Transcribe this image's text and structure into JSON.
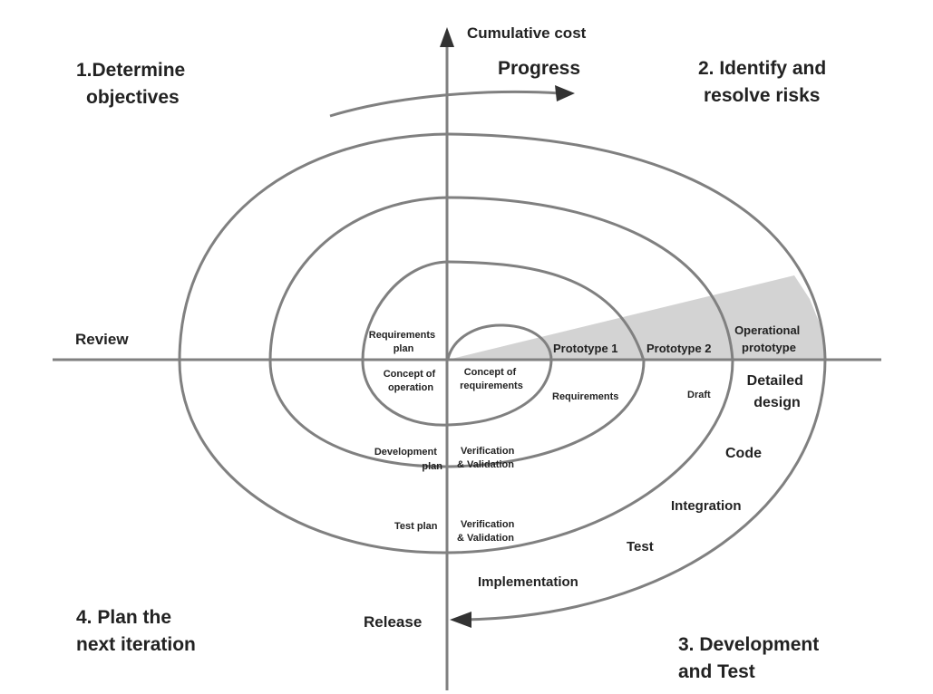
{
  "quadrants": {
    "determine_objectives": [
      "1.Determine",
      "objectives"
    ],
    "identify_risks": [
      "2. Identify and",
      "resolve risks"
    ],
    "development_test": [
      "3. Development",
      "and Test"
    ],
    "plan_next": [
      "4. Plan the",
      "next iteration"
    ]
  },
  "axis": {
    "cumulative_cost": "Cumulative cost",
    "progress": "Progress",
    "review": "Review",
    "release": "Release"
  },
  "prototypes": {
    "p1": "Prototype 1",
    "p2": "Prototype 2",
    "operational": [
      "Operational",
      "prototype"
    ]
  },
  "plans": {
    "requirements_plan": [
      "Requirements",
      "plan"
    ],
    "concept_of_operation": [
      "Concept of",
      "operation"
    ],
    "concept_of_requirements": [
      "Concept of",
      "requirements"
    ],
    "development_plan": [
      "Development",
      "plan"
    ],
    "vv_inner": [
      "Verification",
      "& Validation"
    ],
    "test_plan": "Test plan",
    "vv_outer": [
      "Verification",
      "& Validation"
    ]
  },
  "phases": {
    "requirements": "Requirements",
    "draft": "Draft",
    "detailed_design": [
      "Detailed",
      "design"
    ],
    "code": "Code",
    "integration": "Integration",
    "test": "Test",
    "implementation": "Implementation"
  },
  "colors": {
    "line": "#808080",
    "shade": "#d3d3d3",
    "arrow": "#333333",
    "text": "#222222"
  }
}
